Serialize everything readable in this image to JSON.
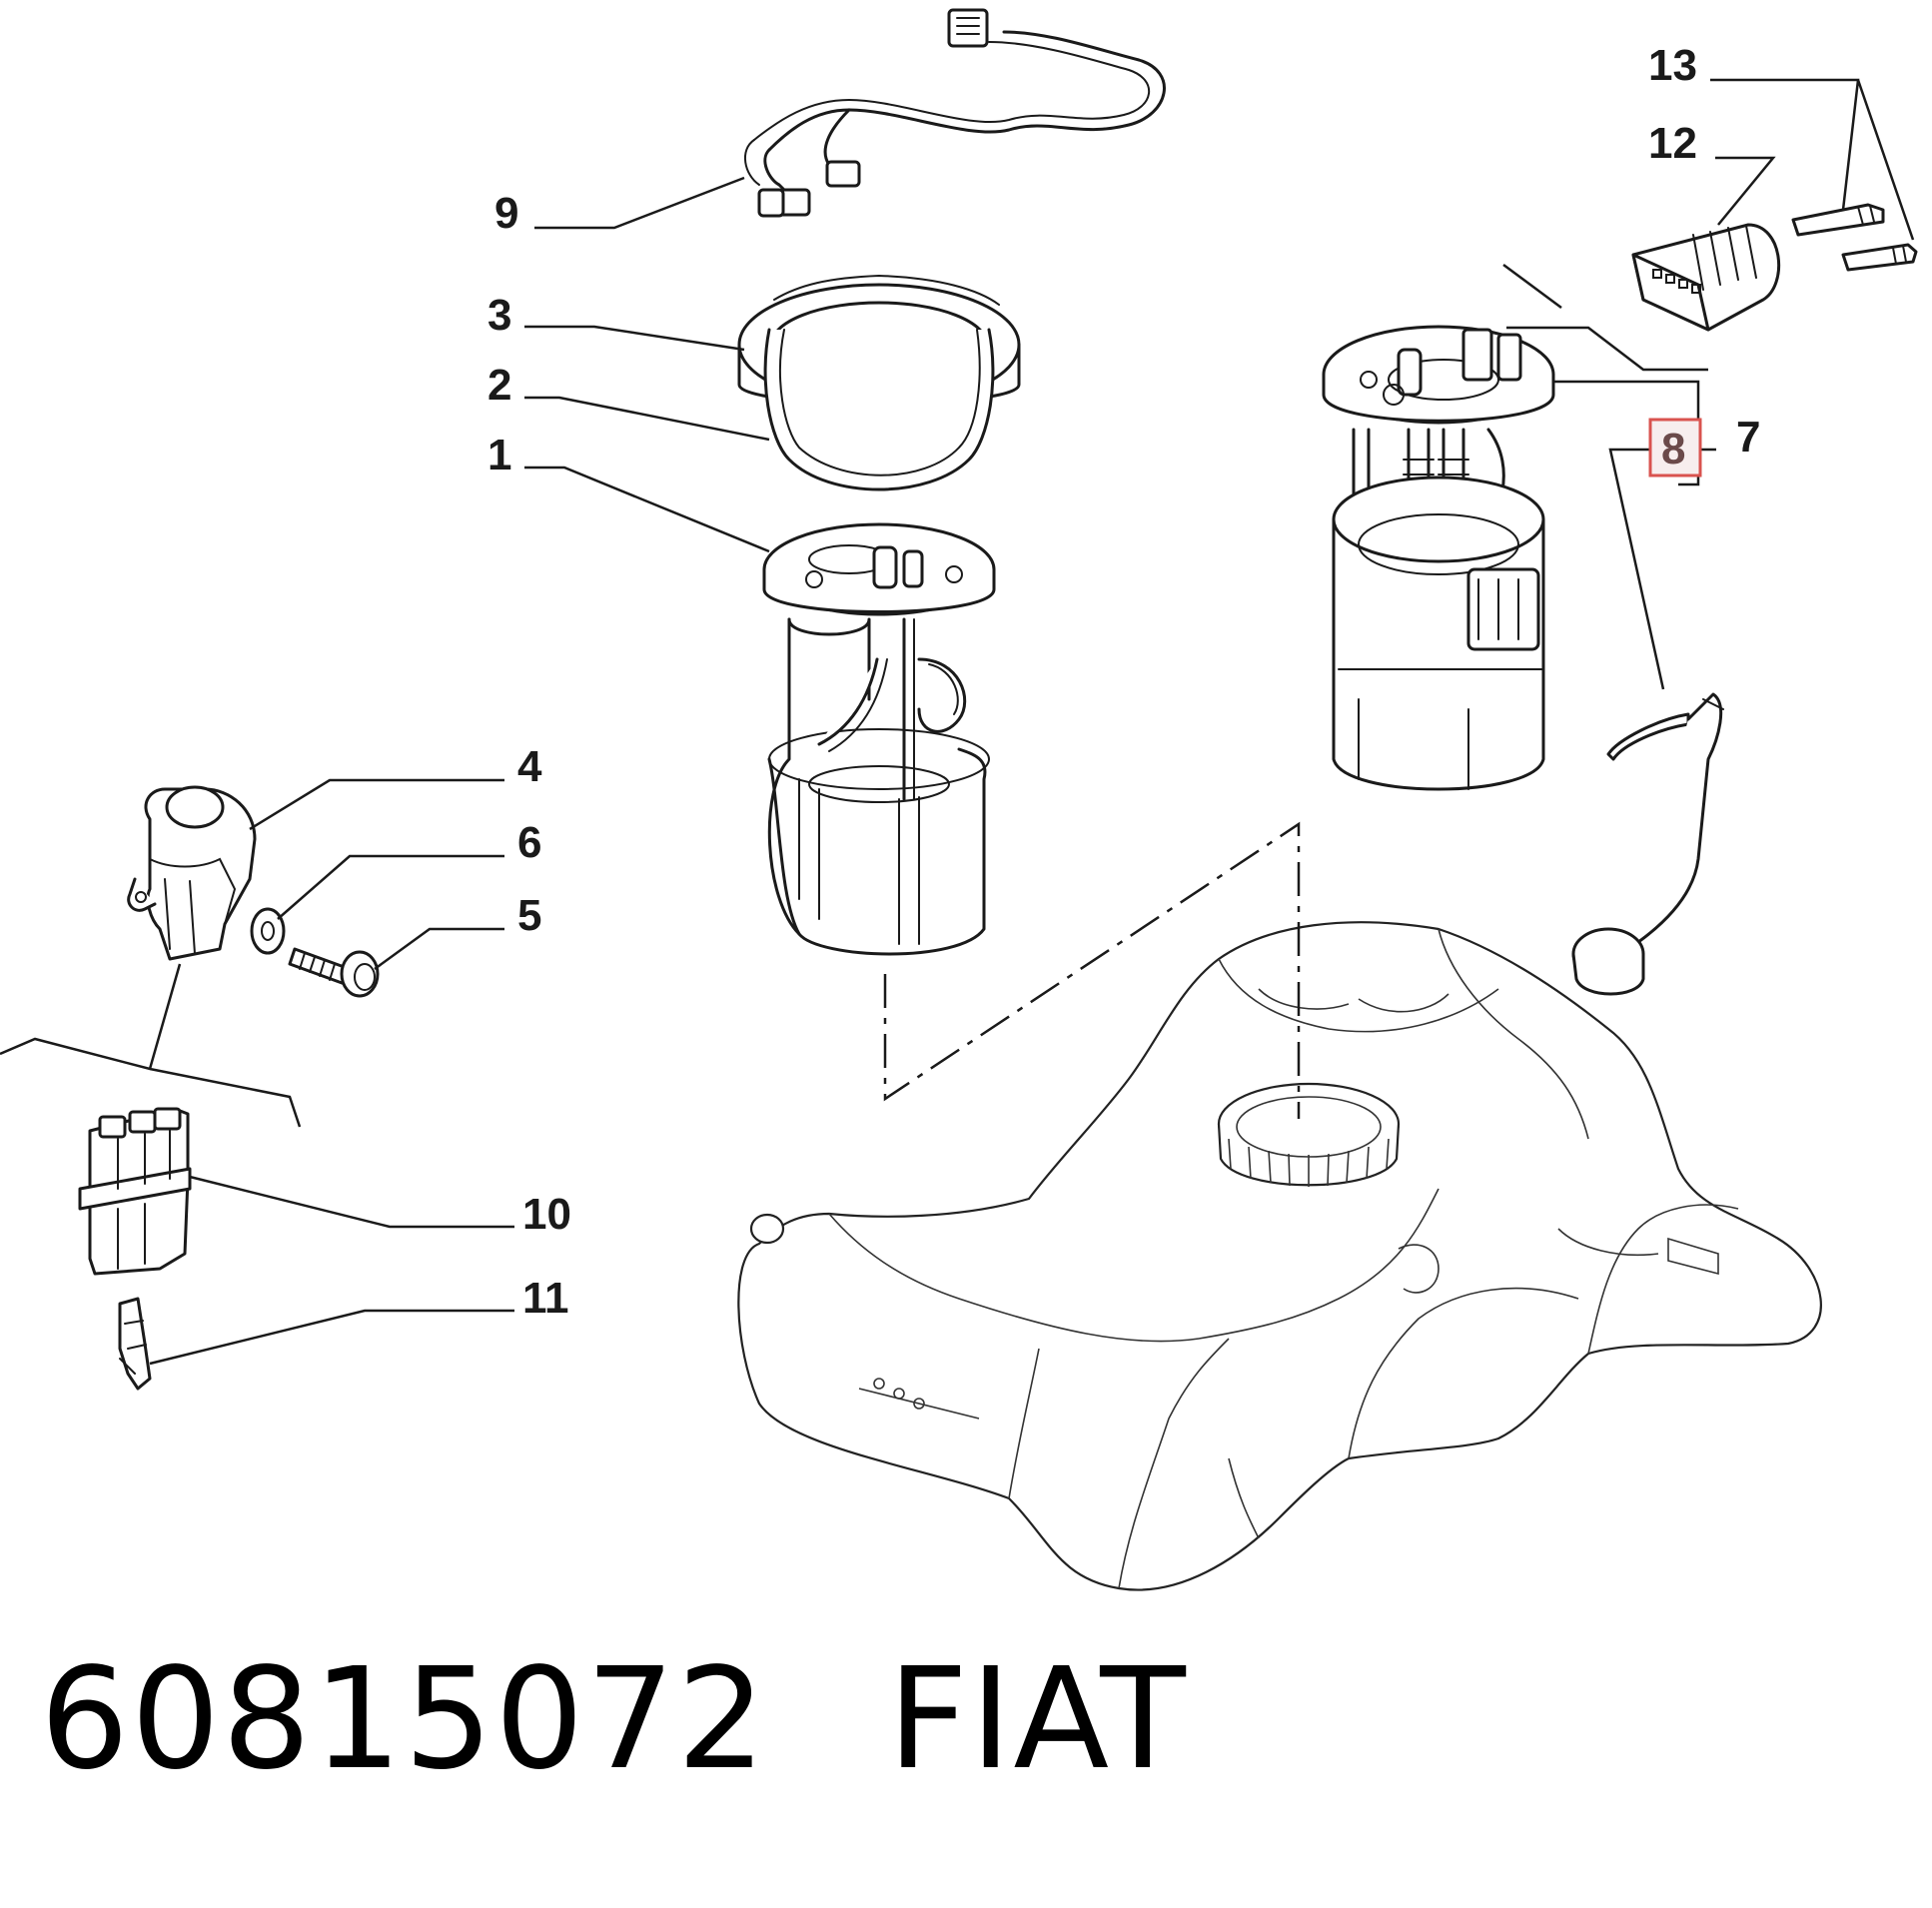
{
  "callouts": {
    "c1": "1",
    "c2": "2",
    "c3": "3",
    "c4": "4",
    "c5": "5",
    "c6": "6",
    "c7": "7",
    "c8": "8",
    "c9": "9",
    "c10": "10",
    "c11": "11",
    "c12": "12",
    "c13": "13"
  },
  "highlighted_callout": "8",
  "highlight_color": "#d9534f",
  "footer": {
    "part_number": "60815072",
    "brand": "FIAT"
  }
}
